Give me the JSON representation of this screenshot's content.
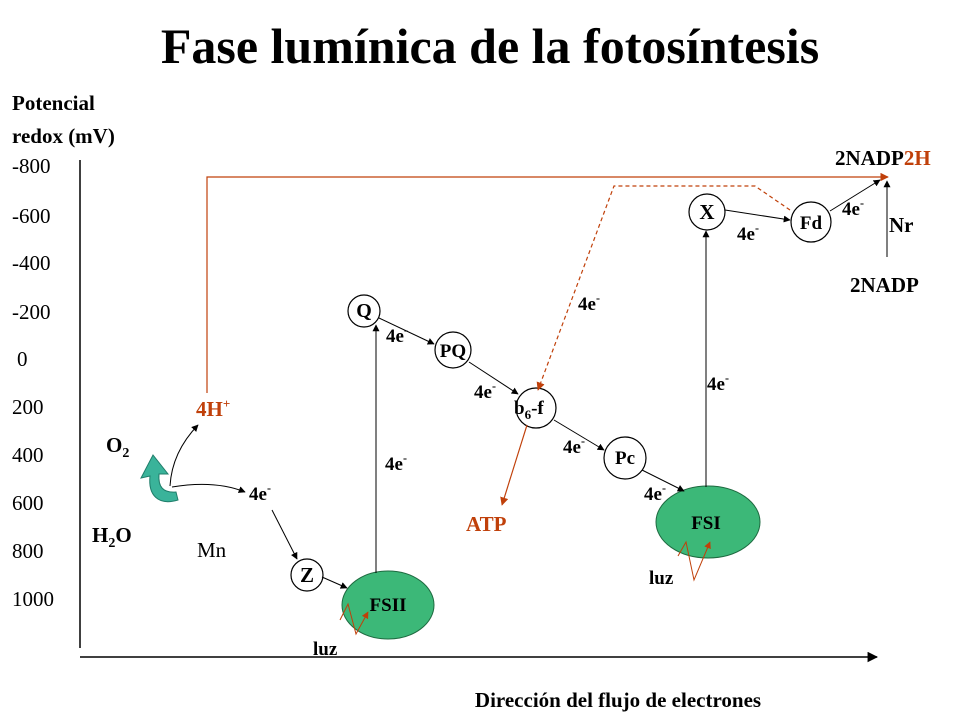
{
  "title": "Fase lumínica de la fotosíntesis",
  "axis": {
    "ylabel_line1": "Potencial",
    "ylabel_line2": "redox (mV)",
    "ticks": [
      "-800",
      "-600",
      "-400",
      "-200",
      "0",
      "200",
      "400",
      "600",
      "800",
      "1000"
    ],
    "xlabel": "Dirección del flujo de electrones"
  },
  "nodes": {
    "fsii": "FSII",
    "fsi": "FSI",
    "z": "Z",
    "q": "Q",
    "pq": "PQ",
    "b6f_main": "b",
    "b6f_sub": "6",
    "b6f_tail": "-f",
    "pc": "Pc",
    "x": "X",
    "fd": "Fd",
    "nr": "Nr"
  },
  "labels": {
    "h2o_h": "H",
    "h2o_sub": "2",
    "h2o_o": "O",
    "o2_o": "O",
    "o2_sub": "2",
    "protons": "4H",
    "protons_sup": "+",
    "mn": "Mn",
    "atp": "ATP",
    "luz_fsii": "luz",
    "luz_fsi": "luz",
    "nadp": "2NADP",
    "nadph_base": "2NADP",
    "nadph_suffix": "2H",
    "e_base": "4e",
    "e_sup": "-"
  },
  "colors": {
    "accent": "#c0400a",
    "photosystem": "#3cb878",
    "teal_arrow": "#3ab39a"
  }
}
